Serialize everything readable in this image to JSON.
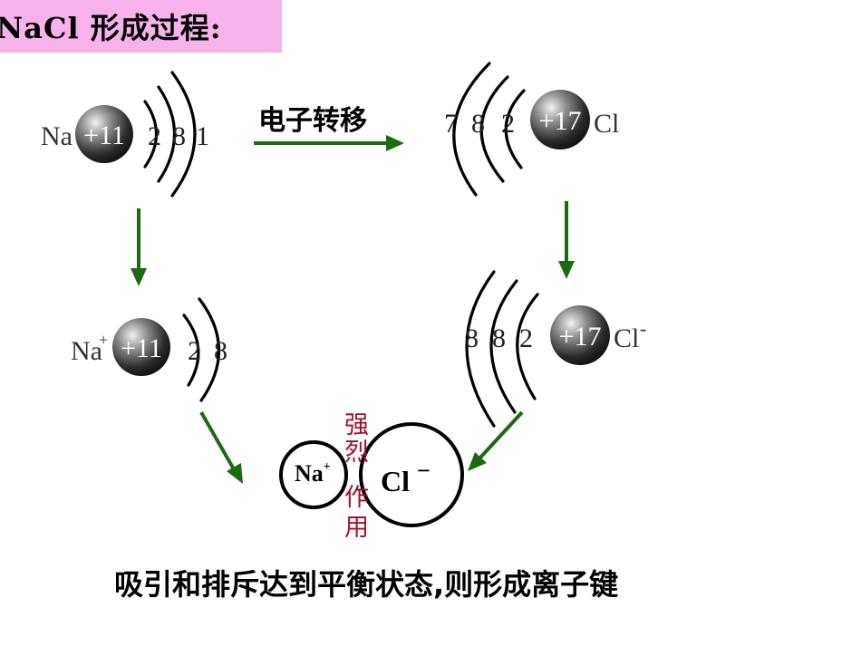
{
  "title": "NaCl 形成过程:",
  "transfer_label": "电子转移",
  "na_atom": {
    "symbol": "Na",
    "nucleus": "+11",
    "shells": [
      "2",
      "8",
      "1"
    ]
  },
  "cl_atom": {
    "symbol": "Cl",
    "nucleus": "+17",
    "shells": [
      "7",
      "8",
      "2"
    ]
  },
  "na_ion": {
    "symbol": "Na",
    "charge": "+",
    "nucleus": "+11",
    "shells": [
      "2",
      "8"
    ]
  },
  "cl_ion": {
    "symbol": "Cl",
    "charge": "-",
    "nucleus": "+17",
    "shells": [
      "8",
      "8",
      "2"
    ]
  },
  "ion_pair": {
    "na_symbol": "Na",
    "na_charge": "+",
    "cl_symbol": "Cl",
    "cl_charge": "−"
  },
  "interaction_label": [
    "强",
    "烈",
    "作",
    "用"
  ],
  "conclusion": "吸引和排斥达到平衡状态,则形成离子键",
  "colors": {
    "title_bg": "#f7b2ec",
    "arrow": "#1c6b10",
    "interaction_text": "#a1112b"
  }
}
